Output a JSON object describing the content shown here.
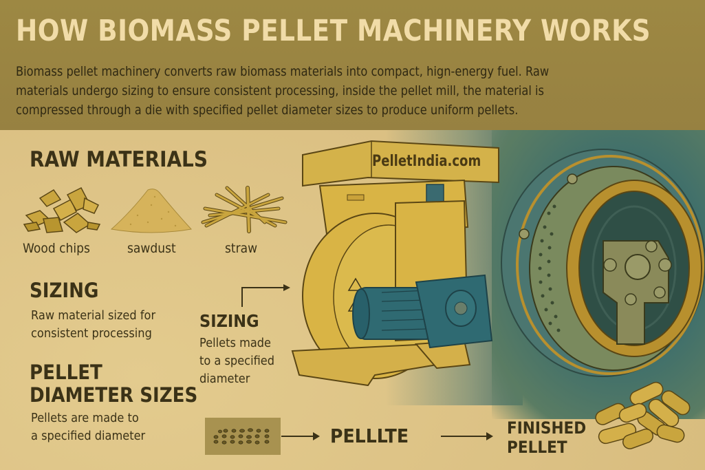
{
  "header": {
    "title": "HOW BIOMASS PELLET MACHINERY WORKS",
    "intro_line_1": "Biomass pellet machinery converts raw biomass materials into compact, hign-energy fuel. Raw",
    "intro_line_2": "materials undergo sizing to ensure consistent processing, inside the pellet mill, the material is",
    "intro_line_3": "compressed through a die with specified pellet diameter sizes to produce uniform pellets."
  },
  "raw_materials": {
    "heading": "RAW MATERIALS",
    "items": [
      {
        "label": "Wood chips",
        "icon": "wood-chips-icon"
      },
      {
        "label": "sawdust",
        "icon": "sawdust-pile-icon"
      },
      {
        "label": "straw",
        "icon": "straw-bundle-icon"
      }
    ]
  },
  "sizing": {
    "heading": "SIZING",
    "line_1": "Raw material sized for",
    "line_2": "consistent processing"
  },
  "pellet_diameter": {
    "heading_1": "PELLET",
    "heading_2": "DIAMETER SIZES",
    "line_1": "Pellets are made to",
    "line_2": "a specified diameter"
  },
  "machine": {
    "brand_label": "PelletIndia.com",
    "callout": {
      "heading": "SIZING",
      "line_1": "Pellets made",
      "line_2": "to a specified",
      "line_3": "diameter"
    }
  },
  "flow": {
    "step_1_icon": "pellet-swatch-icon",
    "step_2_label": "PELLLTE",
    "step_3_label_1": "FINISHED",
    "step_3_label_2": "PELLET"
  },
  "colors": {
    "header_band": "#9a8440",
    "title_text": "#f1dca8",
    "body_bg": "#dcc384",
    "dark_text": "#3b3217",
    "machine_yellow": "#d9b445",
    "motor_teal": "#2f6a72",
    "die_background_teal": "#467672",
    "die_ring_gold": "#b8902e"
  }
}
